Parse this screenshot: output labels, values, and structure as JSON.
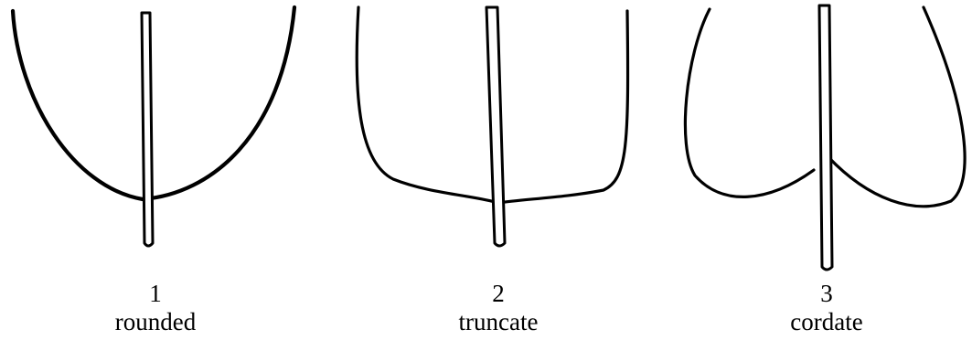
{
  "figure": {
    "panels": [
      {
        "number": "1",
        "label": "rounded"
      },
      {
        "number": "2",
        "label": "truncate"
      },
      {
        "number": "3",
        "label": "cordate"
      }
    ]
  }
}
